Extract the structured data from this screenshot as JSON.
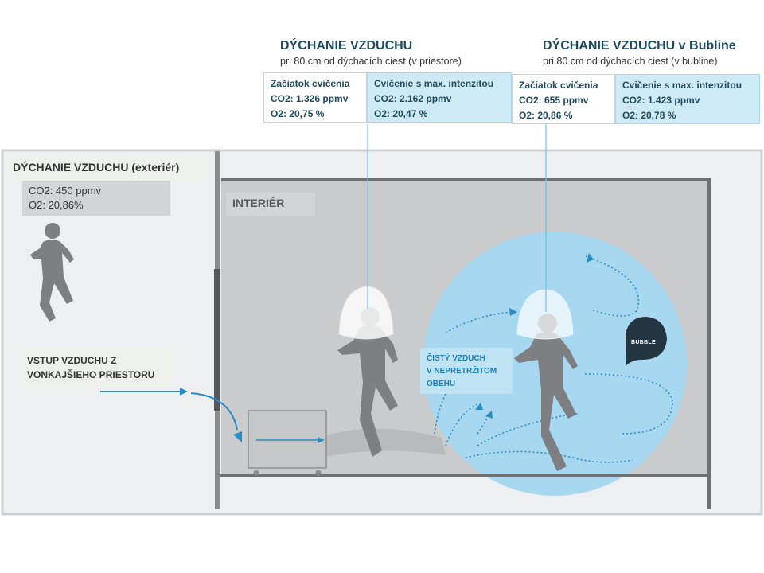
{
  "heading_room": {
    "title": "DÝCHANIE VZDUCHU",
    "subtitle": "pri 80  cm od dýchacích ciest  (v priestore)"
  },
  "heading_bubble": {
    "title": "DÝCHANIE VZDUCHU v Bubline",
    "subtitle": "pri 80  cm od dýchacích ciest  (v bubline)"
  },
  "room_start": {
    "title": "Začiatok cvičenia",
    "co2": "CO2: 1.326  ppmv",
    "o2": "O2: 20,75  %"
  },
  "room_max": {
    "title": "Cvičenie s max. intenzitou",
    "co2": "CO2: 2.162  ppmv",
    "o2": "O2: 20,47  %"
  },
  "bubble_start": {
    "title": "Začiatok cvičenia",
    "co2": "CO2: 655  ppmv",
    "o2": "O2: 20,86  %"
  },
  "bubble_max": {
    "title": "Cvičenie s max. intenzitou",
    "co2": "CO2: 1.423  ppmv",
    "o2": "O2: 20,78  %"
  },
  "exterior": {
    "title": "DÝCHANIE VZDUCHU (exteriér)",
    "co2": "CO2: 450 ppmv",
    "o2": "O2: 20,86%"
  },
  "interior_label": "INTERIÉR",
  "air_inlet": {
    "line1": "VSTUP VZDUCHU  Z",
    "line2": "VONKAJŠIEHO PRIESTORU"
  },
  "clean_air": {
    "line1": "ČISTÝ VZDUCH",
    "line2": "V NEPRETRŽITOM",
    "line3": "OBEHU"
  },
  "logo_text": "BUBBLE",
  "colors": {
    "heading": "#1c4a5e",
    "bubble": "#a8d8f0",
    "room": "#cacbcd",
    "figure": "#7d7f82",
    "arrow": "#2a8cc4"
  }
}
